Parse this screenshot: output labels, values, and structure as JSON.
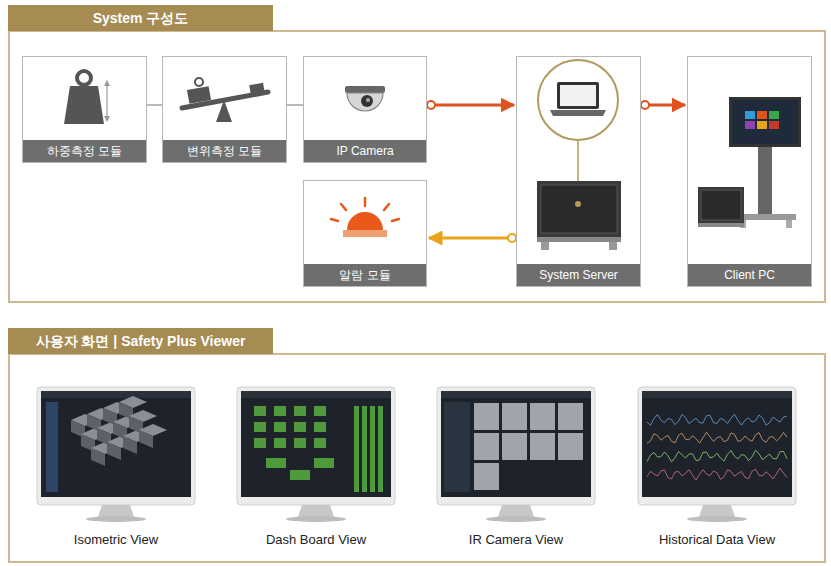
{
  "diagram": {
    "nodes": [
      {
        "text": [
          "System 구성도"
        ]
      },
      {
        "text": [
          "하중측정 모듈"
        ],
        "in": 0
      },
      {
        "text": [
          "변위측정 모듈"
        ],
        "in": 0
      },
      {
        "text": [
          "IP Camera"
        ],
        "in": 0
      },
      {
        "text": [
          "System Server"
        ],
        "in": 0
      },
      {
        "text": [
          "Client PC"
        ],
        "in": 0
      },
      {
        "text": [
          "알람 모듈"
        ],
        "in": 0
      },
      {
        "text": [
          "사용자 화면 | Safety Plus Viewer"
        ]
      },
      {
        "text": [
          "Isometric View"
        ],
        "in": 7
      },
      {
        "text": [
          "Dash Board View"
        ],
        "in": 7
      },
      {
        "text": [
          "IR Camera View"
        ],
        "in": 7
      },
      {
        "text": [
          "Historical Data View"
        ],
        "in": 7
      }
    ],
    "edges": [
      {
        "from": 1,
        "to": 2,
        "arrow": "none"
      },
      {
        "from": 2,
        "to": 3,
        "arrow": "none"
      },
      {
        "from": 3,
        "to": 4,
        "arrow": "to"
      },
      {
        "from": 4,
        "to": 5,
        "arrow": "to"
      },
      {
        "from": 4,
        "to": 6,
        "arrow": "to"
      }
    ]
  }
}
